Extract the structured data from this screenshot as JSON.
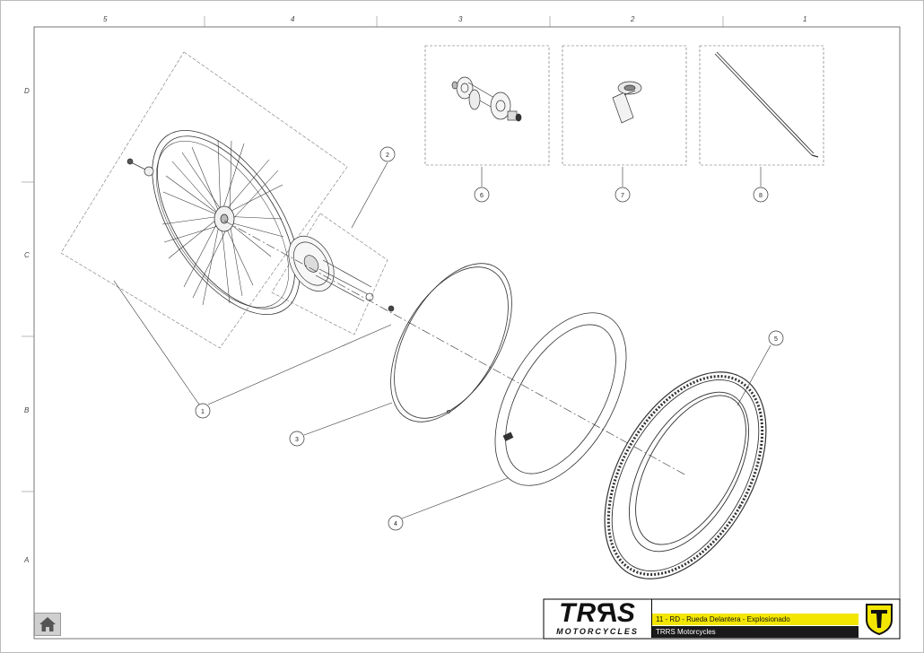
{
  "drawing": {
    "zones_top": [
      "5",
      "4",
      "3",
      "2",
      "1"
    ],
    "zones_left": [
      "D",
      "C",
      "B",
      "A"
    ]
  },
  "callouts": [
    "1",
    "2",
    "3",
    "4",
    "5",
    "6",
    "7",
    "8"
  ],
  "title_block": {
    "logo_text_a": "TR",
    "logo_text_b": "R",
    "logo_text_c": "S",
    "logo_sub": "MOTORCYCLES",
    "title": "11 - RD - Rueda Delantera - Explosionado",
    "company": "TRRS Motorcycles"
  },
  "colors": {
    "title_bar": "#f3e600",
    "company_bar": "#1a1a1a",
    "line": "#333333"
  },
  "icons": {
    "home": "home-icon",
    "emblem": "trrs-emblem-icon"
  }
}
